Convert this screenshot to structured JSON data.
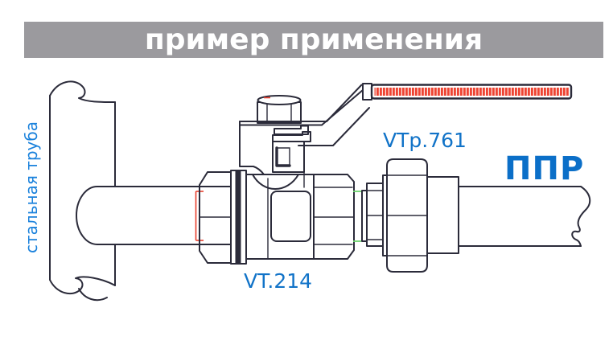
{
  "header": {
    "title": "пример применения",
    "background": "#9b9a9e",
    "text_color": "#ffffff"
  },
  "diagram": {
    "labels": {
      "steel_pipe": "стальная труба",
      "valve_model": "VT.214",
      "fitting_model": "VTp.761",
      "ppr_pipe": "ППР"
    },
    "icons": {
      "steel_pipe_drawing": "vertical-pipe-with-break-lines",
      "stub_pipe_drawing": "threaded-branch-pipe",
      "ball_valve_drawing": "ball-valve-body-with-lever-handle",
      "handle_drawing": "lever-handle-red-grip",
      "union_fitting_drawing": "union-nut-fitting",
      "ppr_pipe_drawing": "horizontal-plastic-pipe-with-break-line",
      "thread_marks_left": "red-thread-seal-marks",
      "thread_marks_right": "green-thread-seal-marks"
    },
    "colors": {
      "line": "#2b2b3a",
      "label_blue": "#1173c8",
      "steel_label_blue": "#1b82dc",
      "ppr_blue": "#0b6fc8",
      "thread_red": "#e8402e",
      "thread_green": "#6ed36e",
      "handle_red": "#ee4433"
    }
  }
}
